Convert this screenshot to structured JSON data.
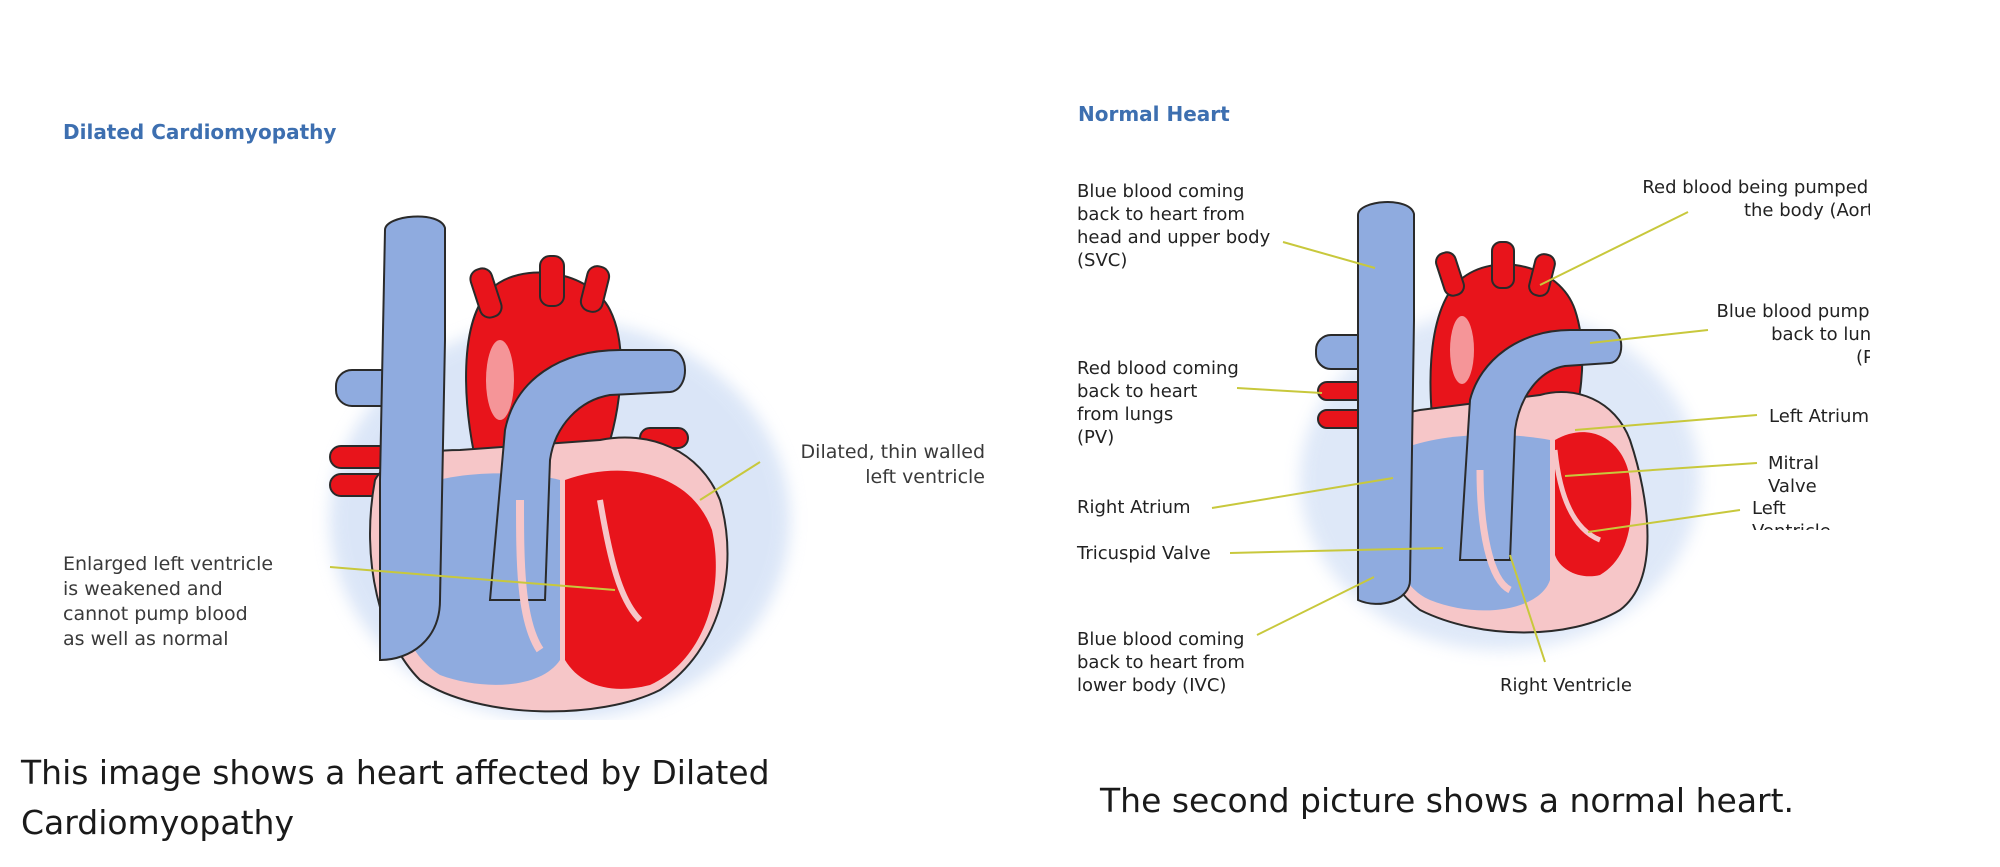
{
  "left_panel": {
    "title": "Dilated Cardiomyopathy",
    "label_dilated": "Dilated, thin walled\nleft ventricle",
    "label_enlarged": "Enlarged left ventricle\nis weakened and\ncannot pump blood\nas well as normal"
  },
  "right_panel": {
    "title": "Normal Heart",
    "labels": {
      "svc": "Blue blood coming\nback to heart from\nhead and upper body\n(SVC)",
      "pv": "Red blood coming\nback to heart\nfrom lungs\n(PV)",
      "right_atrium": "Right Atrium",
      "tricuspid": "Tricuspid Valve",
      "ivc": "Blue blood coming\nback to heart from\nlower body (IVC)",
      "right_ventricle": "Right Ventricle",
      "aorta": "Red blood being pumped to\nthe body (Aorta)",
      "pa": "Blue blood pumped\nback to lungs\n(PA)",
      "left_atrium": "Left Atrium",
      "mitral": "Mitral Valve",
      "left_ventricle": "Left Ventricle"
    }
  },
  "captions": {
    "left": "This image shows a heart affected by Dilated Cardiomyopathy",
    "right": "The second picture shows a normal heart."
  },
  "colors": {
    "vein_blue": "#8fabdf",
    "blood_red": "#e8141b",
    "pink_lining": "#f6c6c8",
    "leader_line": "#c8c83c",
    "title_blue": "#3d6fb0"
  }
}
